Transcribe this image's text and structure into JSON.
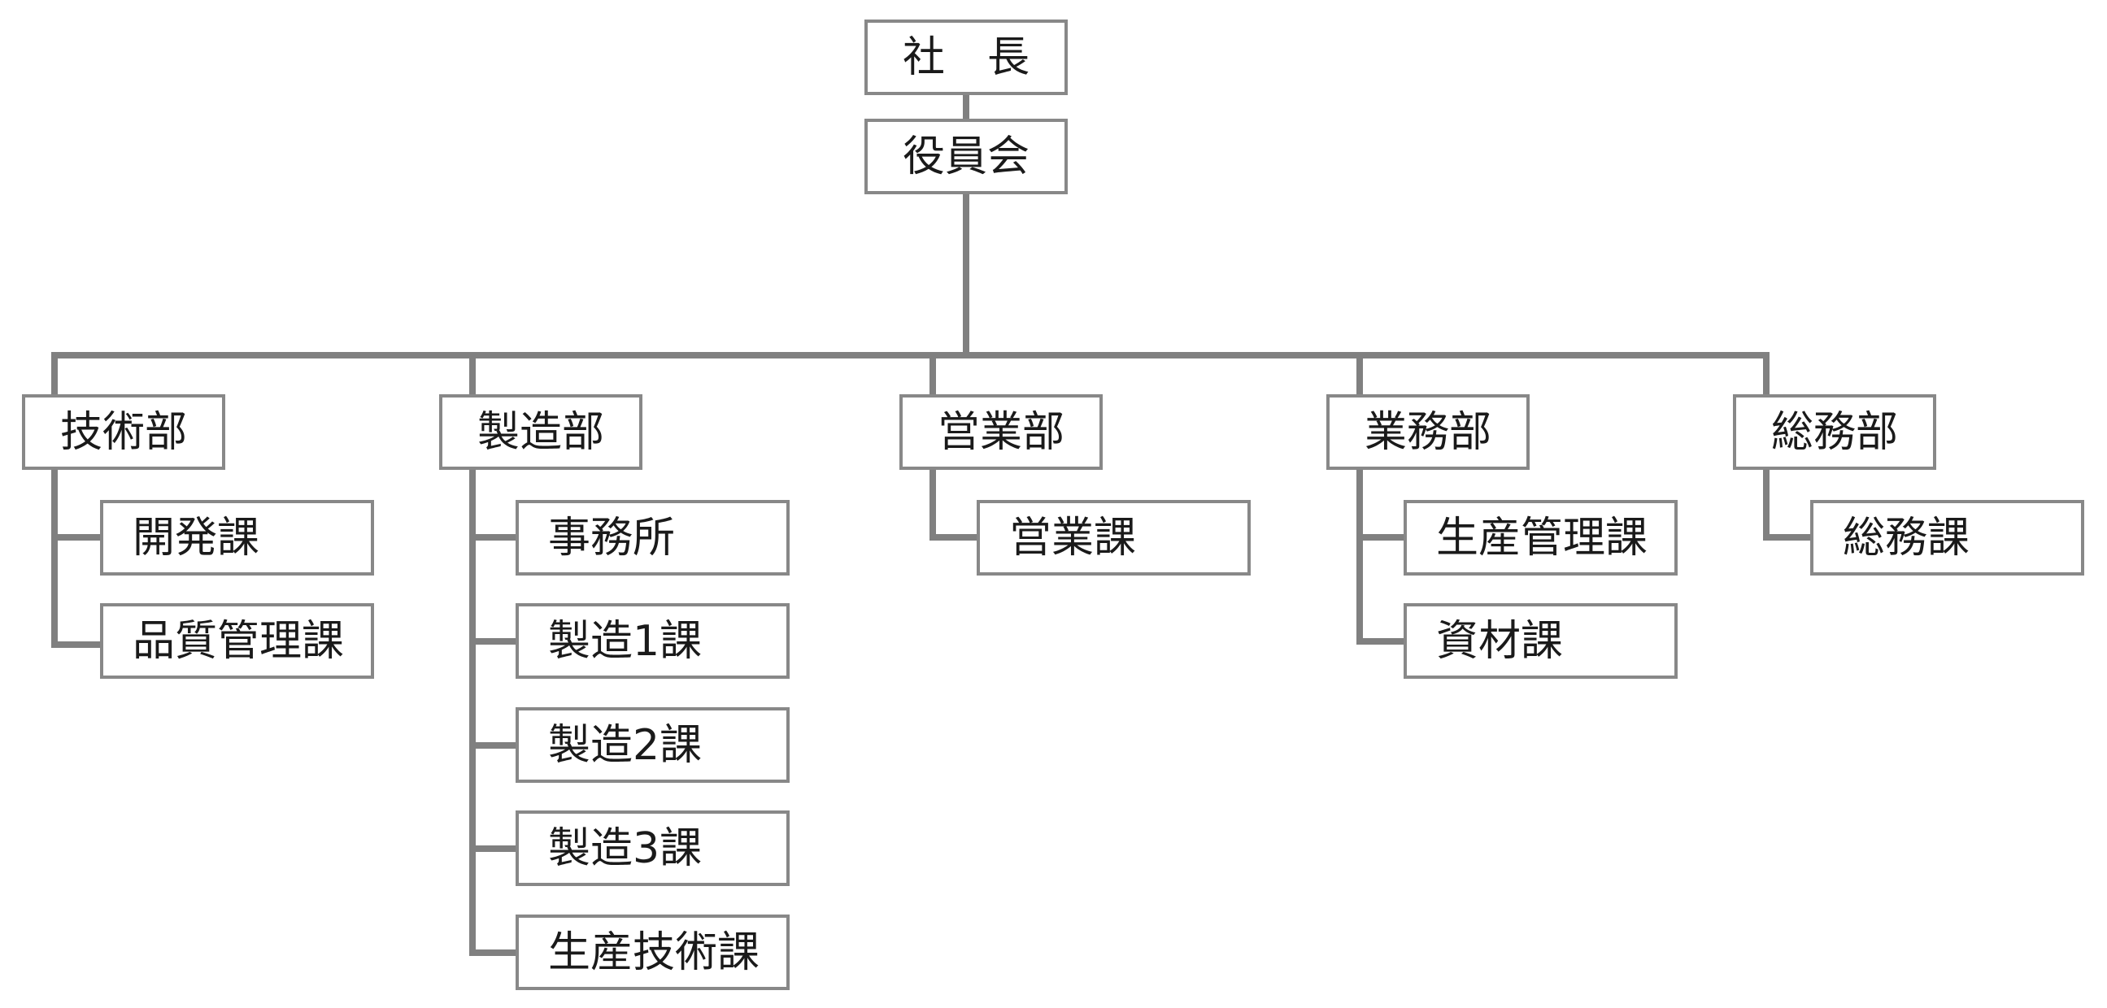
{
  "president": {
    "label": "社　長"
  },
  "board": {
    "label": "役員会"
  },
  "departments": [
    {
      "label": "技術部",
      "sections": [
        "開発課",
        "品質管理課"
      ]
    },
    {
      "label": "製造部",
      "sections": [
        "事務所",
        "製造1課",
        "製造2課",
        "製造3課",
        "生産技術課"
      ]
    },
    {
      "label": "営業部",
      "sections": [
        "営業課"
      ]
    },
    {
      "label": "業務部",
      "sections": [
        "生産管理課",
        "資材課"
      ]
    },
    {
      "label": "総務部",
      "sections": [
        "総務課"
      ]
    }
  ],
  "colors": {
    "line": "#808080",
    "border": "#888888",
    "text": "#1a1a1a"
  }
}
